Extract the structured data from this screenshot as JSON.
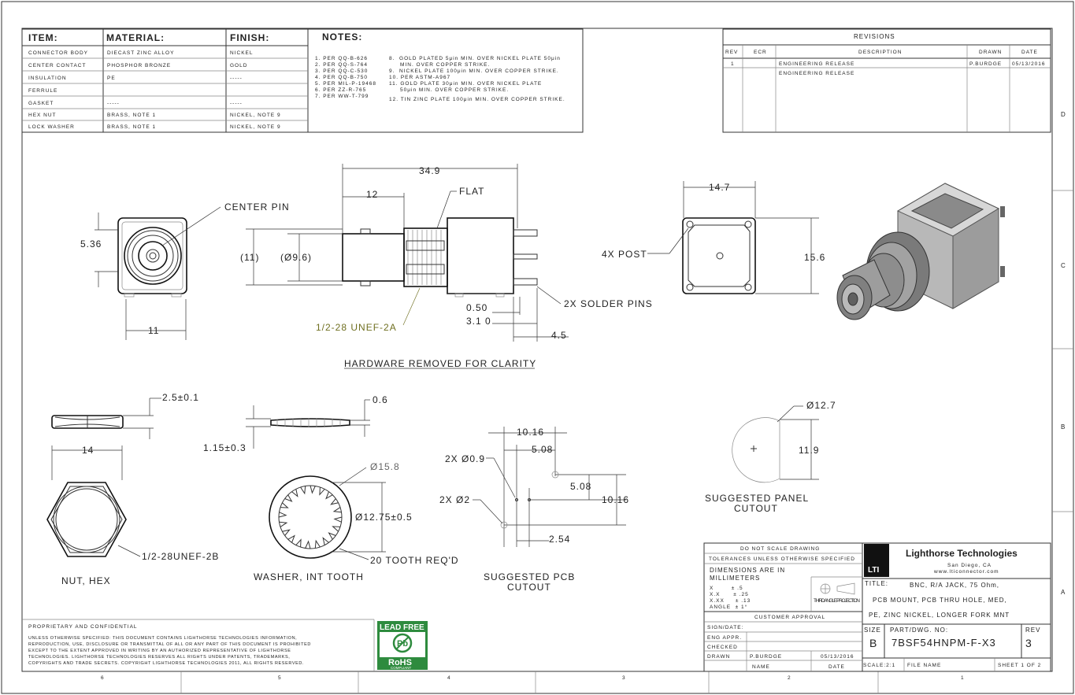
{
  "bom": {
    "headers": {
      "item": "ITEM:",
      "material": "MATERIAL:",
      "finish": "FINISH:",
      "notes": "NOTES:"
    },
    "rows": [
      {
        "item": "CONNECTOR BODY",
        "material": "DIECAST ZINC ALLOY",
        "finish": "NICKEL"
      },
      {
        "item": "CENTER CONTACT",
        "material": "PHOSPHOR BRONZE",
        "finish": "GOLD"
      },
      {
        "item": "INSULATION",
        "material": "PE",
        "finish": "-----"
      },
      {
        "item": "FERRULE",
        "material": "",
        "finish": ""
      },
      {
        "item": "GASKET",
        "material": "-----",
        "finish": "-----"
      },
      {
        "item": "HEX NUT",
        "material": "BRASS, NOTE 1",
        "finish": "NICKEL, NOTE 9"
      },
      {
        "item": "LOCK WASHER",
        "material": "BRASS, NOTE 1",
        "finish": "NICKEL, NOTE 9"
      }
    ],
    "notes_left": [
      "1.  PER QQ-B-626",
      "2.  PER QQ-S-764",
      "3.  PER QQ-C-530",
      "4.  PER QQ-B-750",
      "5.  PER MIL-P-19468",
      "6.  PER ZZ-R-765",
      "7.  PER WW-T-799"
    ],
    "notes_right": [
      "8.  GOLD PLATED 5μin MIN. OVER NICKEL PLATE 50μin",
      "     MIN. OVER COPPER STRIKE.",
      "9.  NICKEL PLATE 100μin MIN. OVER COPPER STRIKE.",
      "10. PER ASTM-A967",
      "11. GOLD PLATE 30μin MIN. OVER NICKEL PLATE",
      "     50μin MIN. OVER COPPER STRIKE.",
      "12. TIN ZINC PLATE 100μin MIN. OVER COPPER STRIKE."
    ]
  },
  "revisions": {
    "title": "REVISIONS",
    "headers": {
      "rev": "REV",
      "ecr": "ECR",
      "description": "DESCRIPTION",
      "drawn": "DRAWN",
      "date": "DATE"
    },
    "rows": [
      {
        "rev": "1",
        "ecr": "",
        "description": "ENGINEERING RELEASE",
        "drawn": "P.BURDGE",
        "date": "05/13/2016"
      },
      {
        "rev": "",
        "ecr": "",
        "description": "ENGINEERING RELEASE",
        "drawn": "",
        "date": ""
      }
    ]
  },
  "zones": {
    "right": [
      "D",
      "C",
      "B",
      "A"
    ],
    "bottom": [
      "6",
      "5",
      "4",
      "3",
      "2",
      "1"
    ]
  },
  "views": {
    "front": {
      "center_pin": "CENTER PIN",
      "d_536": "5.36",
      "d_11": "11"
    },
    "side": {
      "d_349": "34.9",
      "d_12": "12",
      "flat": "FLAT",
      "d_11p": "(11)",
      "d_96": "(Ø9.6)",
      "thread": "1/2-28 UNEF-2A",
      "d_050": "0.50",
      "d_310": "3.1 0",
      "d_45": "4.5",
      "solder": "2X SOLDER PINS",
      "caption": "HARDWARE REMOVED FOR CLARITY"
    },
    "back": {
      "d_147": "14.7",
      "post": "4X POST",
      "d_156": "15.6"
    },
    "nut": {
      "d_25": "2.5±0.1",
      "d_14": "14",
      "thread": "1/2-28UNEF-2B",
      "label": "NUT, HEX"
    },
    "washer": {
      "d_06": "0.6",
      "d_115": "1.15±0.3",
      "d_158": "Ø15.8",
      "d_1275": "Ø12.75±0.5",
      "teeth": "20 TOOTH REQ'D",
      "label": "WASHER, INT TOOTH"
    },
    "pcb": {
      "d_1016a": "10.16",
      "d_508a": "5.08",
      "hole_09": "2X Ø0.9",
      "hole_2": "2X Ø2",
      "d_508b": "5.08",
      "d_1016b": "10.16",
      "d_254": "2.54",
      "label1": "SUGGESTED PCB",
      "label2": "CUTOUT"
    },
    "panel": {
      "d_127": "Ø12.7",
      "d_119": "11.9",
      "label1": "SUGGESTED PANEL",
      "label2": "CUTOUT"
    }
  },
  "title_block": {
    "no_scale": "DO NOT SCALE DRAWING",
    "tol_title": "TOLERANCES UNLESS OTHERWISE SPECIFIED",
    "dims_in": "DIMENSIONS ARE IN",
    "mm": "MILLIMETERS",
    "tol_rows": [
      "X        ± .5",
      "X.X      ± .25",
      "X.XX     ± .13",
      "ANGLE  ± 1°"
    ],
    "projection": "THIRD ANGLE PROJECTION",
    "approval": "CUSTOMER APPROVAL",
    "sign_rows": [
      "SIGN/DATE:",
      "ENG APPR.",
      "CHECKED",
      "DRAWN"
    ],
    "drawn_by": "P.BURDGE",
    "drawn_date": "05/13/2016",
    "name_hdr": "NAME",
    "date_hdr": "DATE",
    "company": "Lighthorse Technologies",
    "city": "San Diego, CA",
    "web": "www.lticonnector.com",
    "logo_text": "LTI",
    "title_label": "TITLE:",
    "title_lines": [
      "BNC, R/A JACK, 75 Ohm,",
      "PCB MOUNT, PCB THRU HOLE, MED,",
      "PE, ZINC NICKEL, LONGER FORK MNT"
    ],
    "size_label": "SIZE",
    "size": "B",
    "part_label": "PART/DWG.  NO:",
    "part": "7BSF54HNPM-F-X3",
    "rev_label": "REV",
    "rev": "3",
    "scale": "SCALE:2:1",
    "file": "FILE NAME",
    "sheet": "SHEET 1 OF 2"
  },
  "footer": {
    "prop_title": "PROPRIETARY AND CONFIDENTIAL",
    "prop_lines": [
      "UNLESS OTHERWISE SPECIFIED: THIS DOCUMENT CONTAINS LIGHTHORSE TECHNOLOGIES INFORMATION,",
      "REPRODUCTION, USE, DISCLOSURE OR TRANSMITTAL OF ALL OR ANY PART OF THIS DOCUMENT IS PROHIBITED",
      "EXCEPT TO THE EXTENT APPROVED IN WRITING BY AN AUTHORIZED REPRESENTATIVE OF LIGHTHORSE",
      "TECHNOLOGIES. LIGHTHORSE TECHNOLOGIES RESERVES ALL RIGHTS UNDER PATENTS, TRADEMARKS,",
      "COPYRIGHTS AND TRADE SECRETS. COPYRIGHT LIGHTHORSE TECHNOLOGIES 2011, ALL RIGHTS RESERVED."
    ],
    "lead_free": "LEAD FREE",
    "pb": "Pb",
    "rohs": "RoHS",
    "compliant": "COMPLIANT"
  }
}
